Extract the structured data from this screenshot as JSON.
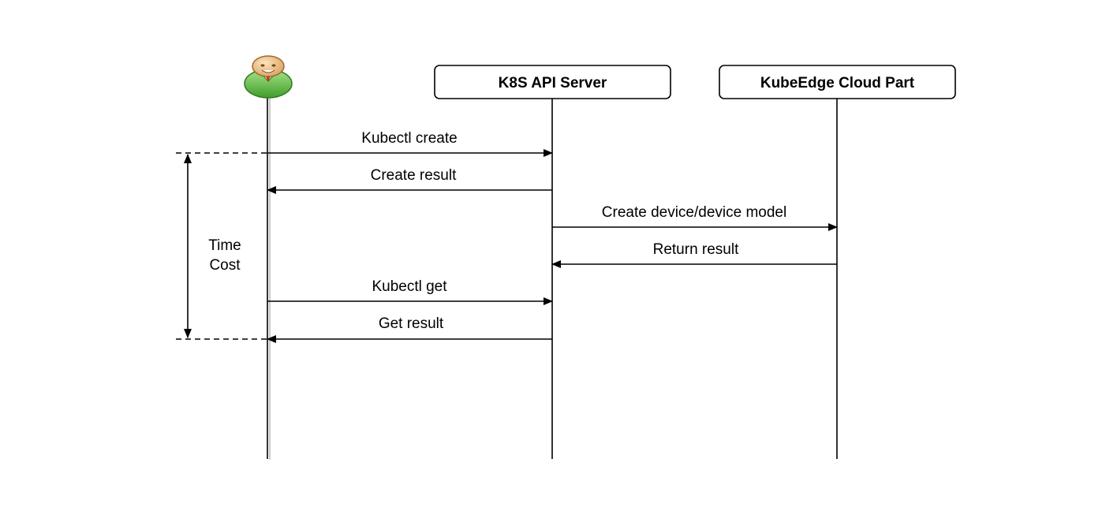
{
  "participants": {
    "user": {
      "label": "",
      "icon": "user-avatar-icon",
      "colors": {
        "face": "#f1c98e",
        "body": "#6cc24a",
        "tie": "#d62d20"
      }
    },
    "api_server": {
      "label": "K8S API Server"
    },
    "cloud_part": {
      "label": "KubeEdge Cloud Part"
    }
  },
  "messages": [
    {
      "label": "Kubectl create",
      "from": "user",
      "to": "api_server"
    },
    {
      "label": "Create result",
      "from": "api_server",
      "to": "user"
    },
    {
      "label": "Create device/device model",
      "from": "api_server",
      "to": "cloud_part"
    },
    {
      "label": "Return result",
      "from": "cloud_part",
      "to": "api_server"
    },
    {
      "label": "Kubectl get",
      "from": "user",
      "to": "api_server"
    },
    {
      "label": "Get result",
      "from": "api_server",
      "to": "user"
    }
  ],
  "time_cost": {
    "line1": "Time",
    "line2": "Cost"
  }
}
